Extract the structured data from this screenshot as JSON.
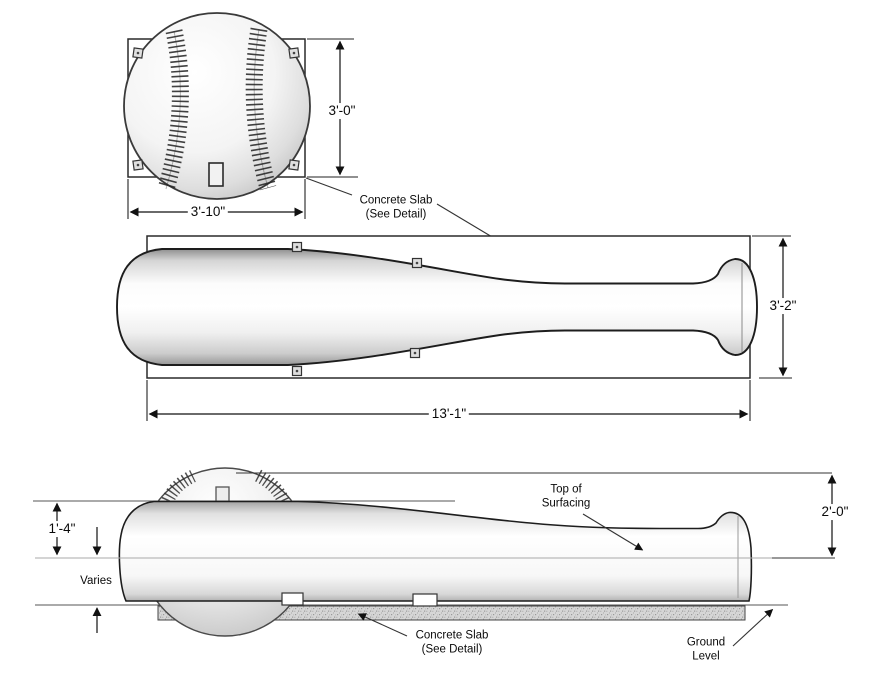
{
  "plan_ball": {
    "dim_height": "3'-0\"",
    "dim_width": "3'-10\"",
    "callout_slab": "Concrete Slab\n(See Detail)"
  },
  "plan_bat": {
    "dim_width": "3'-2\"",
    "dim_length": "13'-1\""
  },
  "elevation": {
    "dim_bat_top_height": "1'-4\"",
    "dim_overall_height": "2'-0\"",
    "dim_surfacing_depth": "Varies",
    "callout_surfacing": "Top of\nSurfacing",
    "callout_slab": "Concrete  Slab\n(See Detail)",
    "callout_ground": "Ground\nLevel"
  },
  "colors": {
    "line": "#1a1a1a",
    "text": "#000000",
    "slab_fill": "#d6d6d6"
  }
}
